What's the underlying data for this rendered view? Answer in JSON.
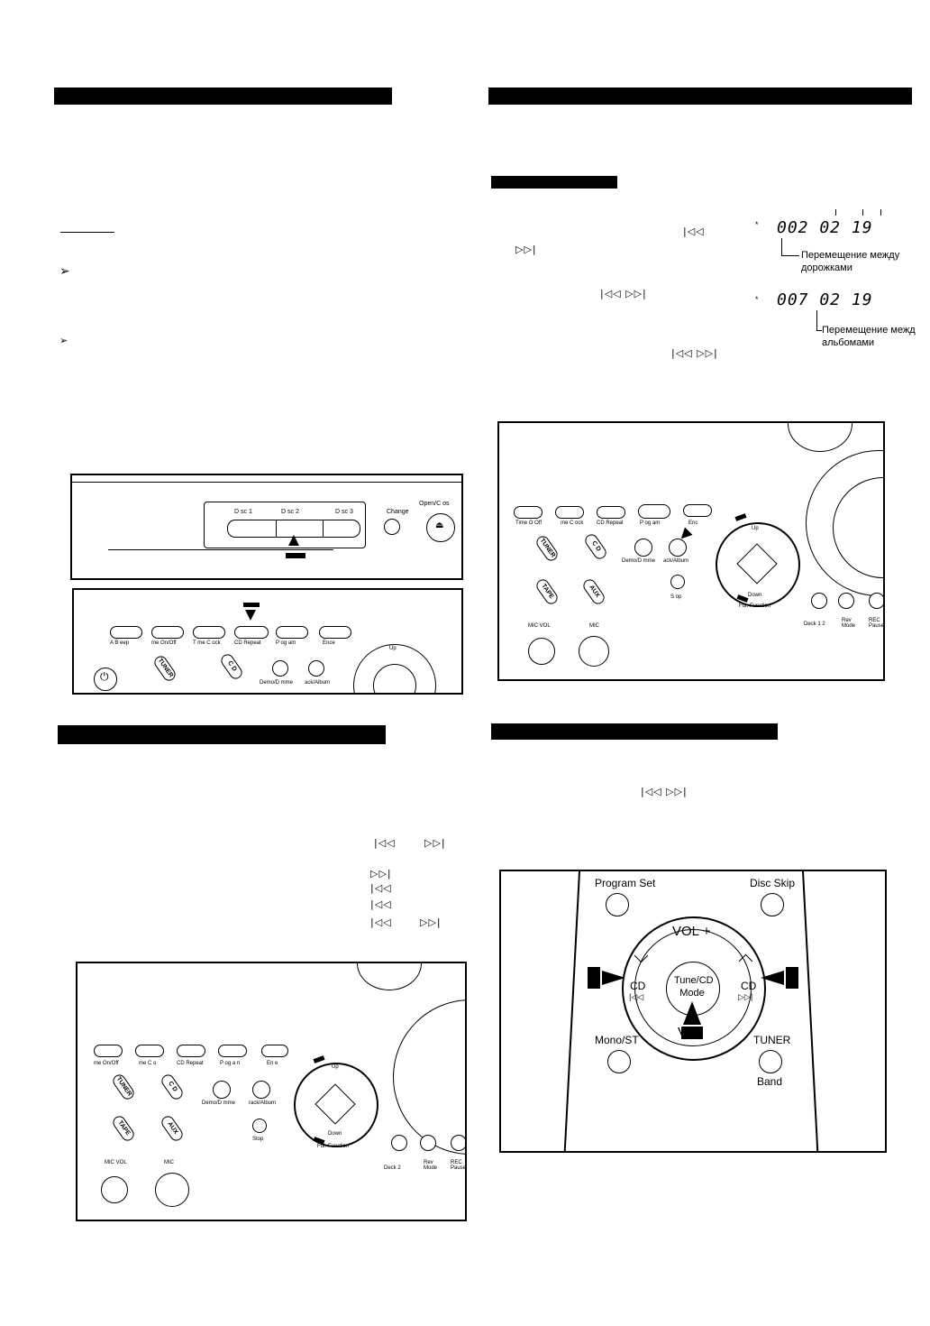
{
  "symbols": {
    "prev": "|◁◁",
    "next": "▷▷|",
    "prev_next": "|◁◁ ▷▷|",
    "arrow": "➢"
  },
  "display": {
    "track_readout": "002 02 19",
    "album_readout": "007 02 19",
    "track_caption": "Перемещение между дорожками",
    "album_caption": "Перемещение межд альбомами"
  },
  "panel_disc": {
    "disc1": "D sc 1",
    "disc2": "D sc 2",
    "disc3": "D sc 3",
    "change": "Change",
    "open_close": "Open/C os"
  },
  "panel_front": {
    "buttons": [
      "A B eep",
      "me On/Off",
      "T me C ock",
      "CD Repeat",
      "P og am",
      "Ence"
    ],
    "tuner": "TUNER",
    "cd": "C D",
    "demo": "Demo/D mme",
    "album": "ack/Album",
    "up": "Up"
  },
  "panel_right": {
    "buttons": [
      "Time O Off",
      "me C ock",
      "CD Repeat",
      "P og am",
      "Enc"
    ],
    "tuner": "TUNER",
    "cd": "C D",
    "tape": "TAPE",
    "aux": "AUX",
    "demo": "Demo/D mme",
    "album": "ack/Album",
    "stop": "S op",
    "mic_vol": "MIC VOL",
    "mic": "MIC",
    "function": "Fun Function",
    "deck": "Deck 1 2",
    "rev_mode": "Rev Mode",
    "rec_pause": "REC Pause",
    "up": "Up",
    "down": "Down"
  },
  "panel_left2": {
    "buttons": [
      "me On/Off",
      "me C o",
      "CD Repeat",
      "P og a n",
      "En e"
    ],
    "tuner": "TUNER",
    "cd": "C D",
    "tape": "TAPE",
    "aux": "AUX",
    "demo": "Demo/D mme",
    "album": "rack/Album",
    "stop": "Stop",
    "mic_vol": "MIC VOL",
    "mic": "MIC",
    "function": "Fun Function",
    "deck": "Deck 2",
    "rev_mode": "Rev Mode",
    "rec_pause": "REC Pause",
    "up": "Up",
    "down": "Down"
  },
  "remote": {
    "program_set": "Program Set",
    "disc_skip": "Disc Skip",
    "vol_plus": "VOL +",
    "vol_minus": "V",
    "cd_left": "CD",
    "cd_right": "CD",
    "tune_mode": "Tune/CD Mode",
    "mono_st": "Mono/ST",
    "tuner": "TUNER",
    "band": "Band"
  }
}
